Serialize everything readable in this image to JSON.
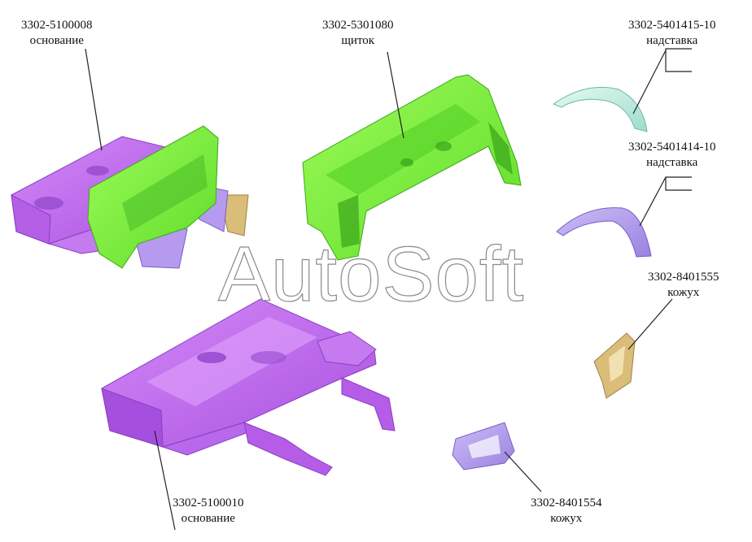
{
  "watermark": "AutoSoft",
  "colors": {
    "base_purple": "#c46cf0",
    "base_purple_dark": "#8a3fc4",
    "shield_green": "#7ef53a",
    "shield_green_dark": "#3aa81a",
    "lilac": "#b8a4ee",
    "tan": "#d9bd78",
    "mint": "#c8f0e6"
  },
  "parts": [
    {
      "number": "3302-5100008",
      "name": "основание"
    },
    {
      "number": "3302-5301080",
      "name": "щиток"
    },
    {
      "number": "3302-5401415-10",
      "name": "надставка"
    },
    {
      "number": "3302-5401414-10",
      "name": "надставка"
    },
    {
      "number": "3302-8401555",
      "name": "кожух"
    },
    {
      "number": "3302-8401554",
      "name": "кожух"
    },
    {
      "number": "3302-5100010",
      "name": "основание"
    }
  ]
}
